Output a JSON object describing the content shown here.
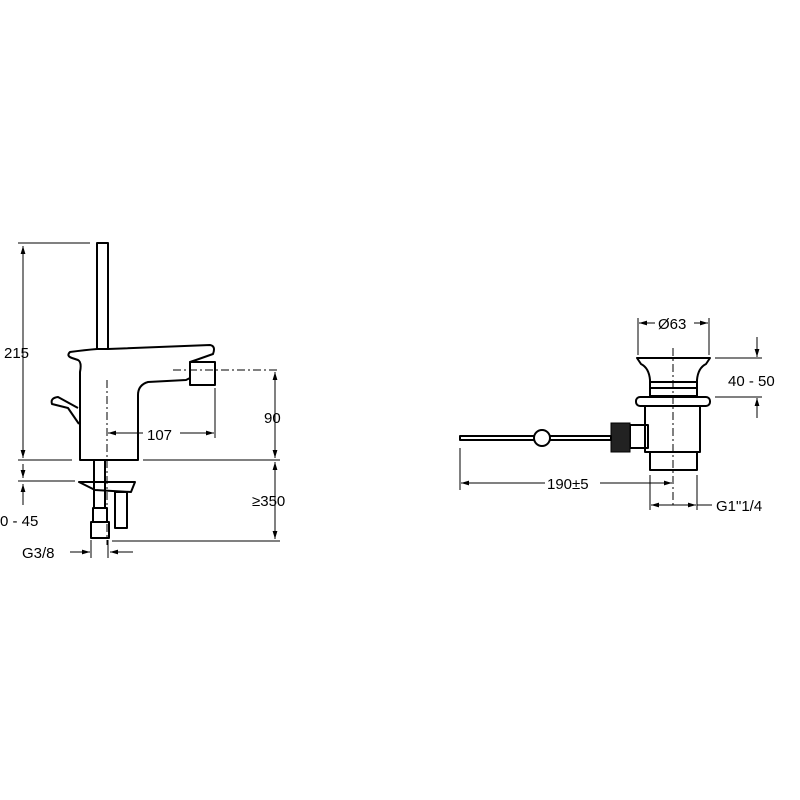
{
  "faucet": {
    "dim_height": "215",
    "dim_spout_height": "90",
    "dim_spout_reach": "107",
    "dim_deck_thickness": "0 - 45",
    "dim_hose_length": "≥350",
    "dim_connection": "G3/8"
  },
  "waste": {
    "dim_diameter": "Ø63",
    "dim_length": "40 - 50",
    "dim_rod": "190±5",
    "dim_thread": "G1\"1/4"
  }
}
